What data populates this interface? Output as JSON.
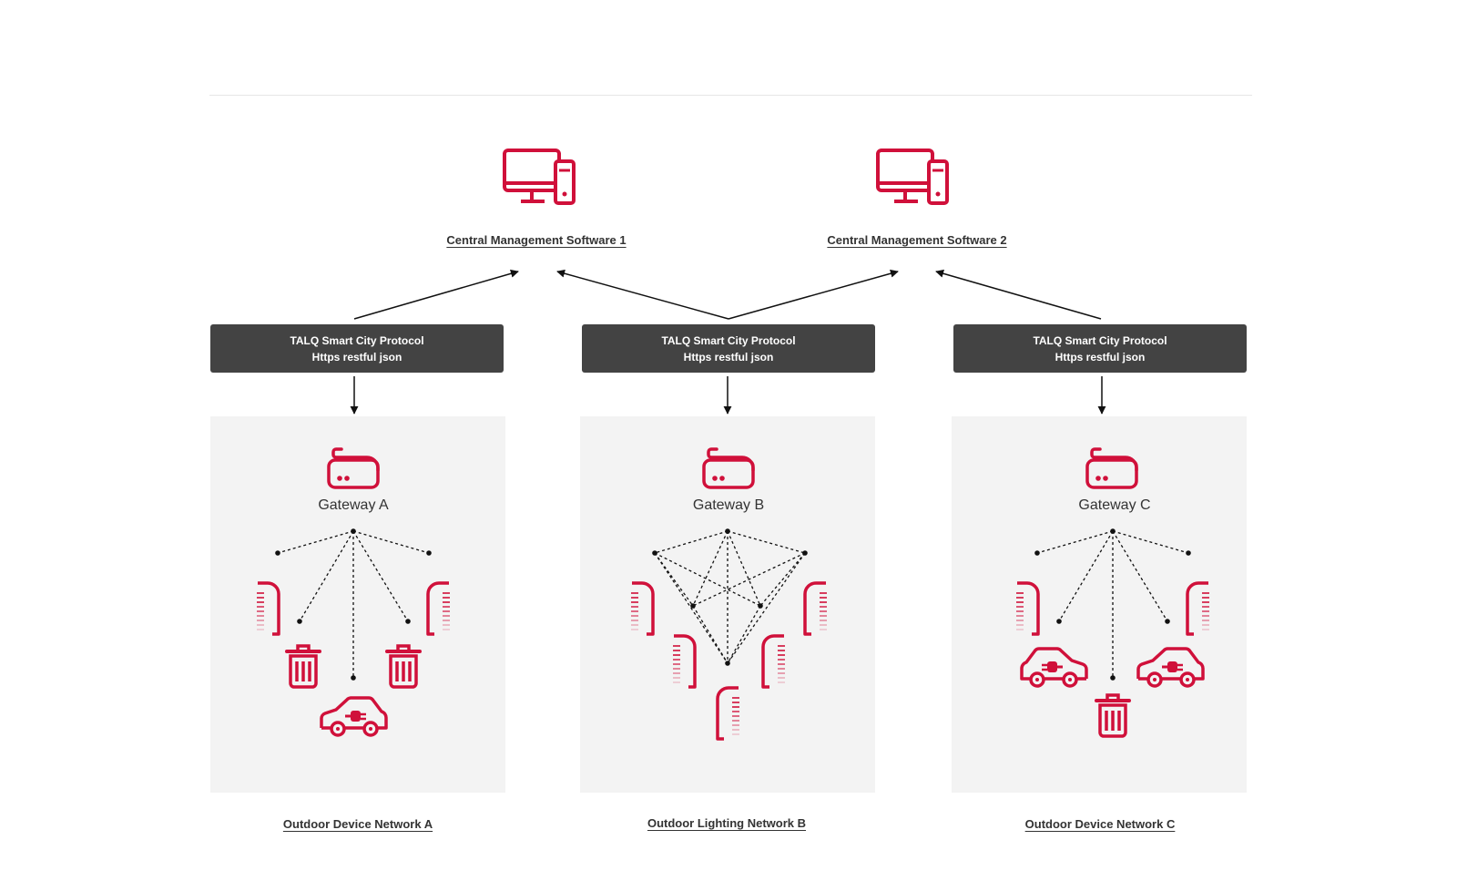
{
  "colors": {
    "accent": "#d0103a",
    "protocol_box": "#434343",
    "panel_background": "#f3f3f3",
    "text": "#333333"
  },
  "central_management": [
    {
      "label": "Central Management Software 1",
      "icon": "computer-monitor-icon"
    },
    {
      "label": "Central Management Software 2",
      "icon": "computer-monitor-icon"
    }
  ],
  "protocols": [
    {
      "line1": "TALQ Smart City Protocol",
      "line2": "Https restful json"
    },
    {
      "line1": "TALQ Smart City Protocol",
      "line2": "Https restful json"
    },
    {
      "line1": "TALQ Smart City Protocol",
      "line2": "Https restful json"
    }
  ],
  "networks": [
    {
      "gateway": "Gateway A",
      "label": "Outdoor Device Network A",
      "topology": "star",
      "devices": [
        "street-light-icon",
        "street-light-icon",
        "trash-bin-icon",
        "trash-bin-icon",
        "electric-car-icon"
      ]
    },
    {
      "gateway": "Gateway B",
      "label": "Outdoor Lighting Network B",
      "topology": "mesh",
      "devices": [
        "street-light-icon",
        "street-light-icon",
        "street-light-icon",
        "street-light-icon",
        "street-light-icon"
      ]
    },
    {
      "gateway": "Gateway C",
      "label": "Outdoor Device Network C",
      "topology": "star",
      "devices": [
        "street-light-icon",
        "street-light-icon",
        "electric-car-icon",
        "electric-car-icon",
        "trash-bin-icon"
      ]
    }
  ]
}
